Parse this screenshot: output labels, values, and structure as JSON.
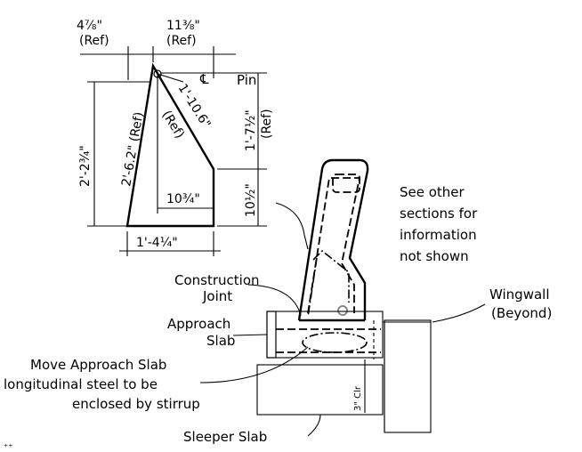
{
  "dimensions": {
    "top_left": "4⅞\"",
    "top_left_ref": "(Ref)",
    "top_right": "11⅜\"",
    "top_right_ref": "(Ref)",
    "height_total": "2'-2¾\"",
    "hyp_left": "2'-6.2\" (Ref)",
    "hyp_right": "1'-10.6\"",
    "hyp_right_ref": "(Ref)",
    "right_upper": "1'-7½\"",
    "right_upper_ref": "(Ref)",
    "right_lower": "10½\"",
    "inner_width": "10¾\"",
    "base_width": "1'-4¼\"",
    "clr": "3\" Clr"
  },
  "labels": {
    "centerline": "℄",
    "pin": "Pin",
    "note": [
      "See other",
      "sections for",
      "information",
      "not shown"
    ],
    "construction": "Construction",
    "joint": "Joint",
    "approach": "Approach",
    "slab": "Slab",
    "wingwall": "Wingwall",
    "beyond": "(Beyond)",
    "move": [
      "Move Approach Slab",
      "longitudinal steel to be",
      "enclosed by stirrup"
    ],
    "sleeper": "Sleeper Slab",
    "corner_mark": "⁺⁺"
  }
}
